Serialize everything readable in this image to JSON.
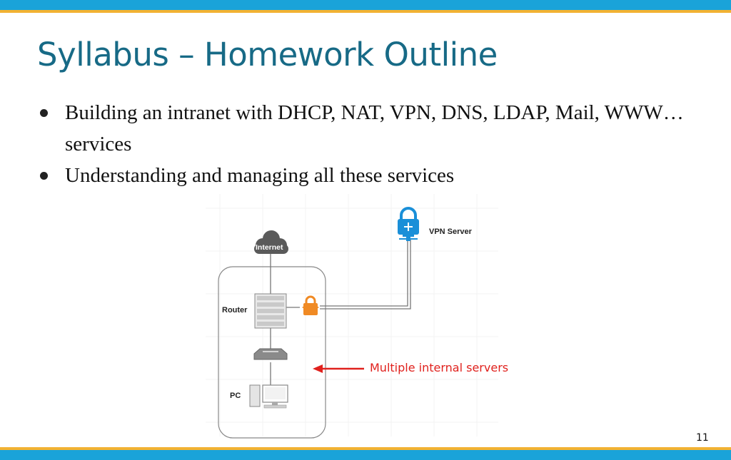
{
  "slide": {
    "title": "Syllabus – Homework Outline",
    "bullets": [
      "Building an intranet with DHCP, NAT, VPN, DNS, LDAP, Mail, WWW… services",
      "Understanding and managing all these services"
    ],
    "page_number": "11"
  },
  "diagram": {
    "labels": {
      "internet": "Internet",
      "vpn_server": "VPN Server",
      "router": "Router",
      "pc": "PC"
    },
    "callout": "Multiple internal servers",
    "icons": [
      "cloud-icon",
      "lock-icon",
      "router-icon",
      "firewall-icon",
      "switch-icon",
      "pc-icon",
      "arrow-left-icon"
    ]
  },
  "colors": {
    "accent_blue": "#1aa3d9",
    "accent_gold": "#f2b233",
    "title_teal": "#176a86",
    "callout_red": "#e0211d",
    "vpn_blue": "#1a8fd8",
    "firewall_orange": "#f08a24"
  }
}
